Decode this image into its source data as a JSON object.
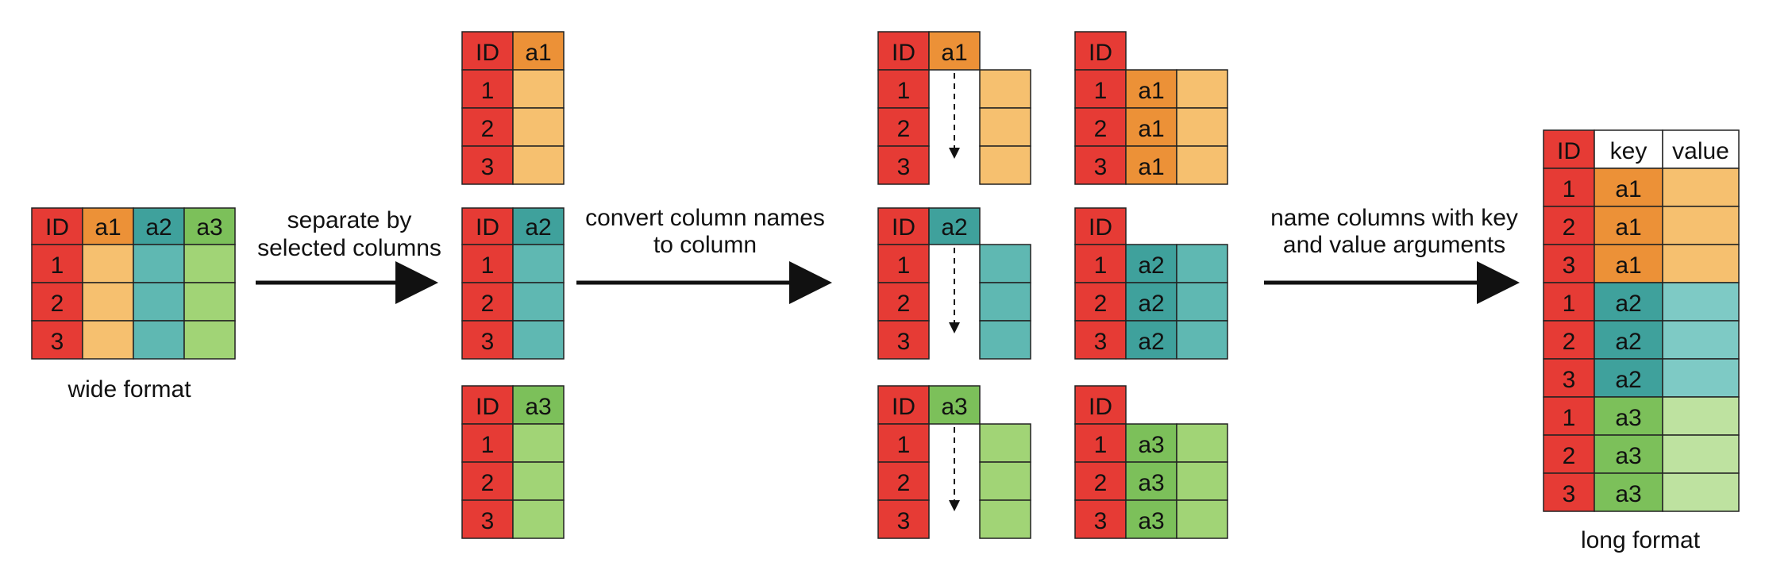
{
  "colors": {
    "id": "#e63b35",
    "a1_head": "#ec9137",
    "a1_fill": "#f6c06f",
    "a2_head": "#3fa19c",
    "a2_fill": "#5fb8b2",
    "a2_fill_light": "#7ecac5",
    "a3_head": "#7cc05a",
    "a3_fill": "#a1d476",
    "a3_fill_light": "#bee2a0",
    "white": "#ffffff",
    "border": "#222222"
  },
  "wide": {
    "headers": [
      "ID",
      "a1",
      "a2",
      "a3"
    ],
    "ids": [
      "1",
      "2",
      "3"
    ],
    "caption": "wide format"
  },
  "steps": {
    "separate": [
      "separate by",
      "selected columns"
    ],
    "convert": [
      "convert column names",
      "to column"
    ],
    "name": [
      "name columns with key",
      "and value arguments"
    ]
  },
  "separated": [
    {
      "id": "ID",
      "col": "a1",
      "ids": [
        "1",
        "2",
        "3"
      ]
    },
    {
      "id": "ID",
      "col": "a2",
      "ids": [
        "1",
        "2",
        "3"
      ]
    },
    {
      "id": "ID",
      "col": "a3",
      "ids": [
        "1",
        "2",
        "3"
      ]
    }
  ],
  "converting": [
    {
      "id": "ID",
      "col": "a1",
      "ids": [
        "1",
        "2",
        "3"
      ]
    },
    {
      "id": "ID",
      "col": "a2",
      "ids": [
        "1",
        "2",
        "3"
      ]
    },
    {
      "id": "ID",
      "col": "a3",
      "ids": [
        "1",
        "2",
        "3"
      ]
    }
  ],
  "converted": [
    {
      "id": "ID",
      "ids": [
        "1",
        "2",
        "3"
      ],
      "key": "a1"
    },
    {
      "id": "ID",
      "ids": [
        "1",
        "2",
        "3"
      ],
      "key": "a2"
    },
    {
      "id": "ID",
      "ids": [
        "1",
        "2",
        "3"
      ],
      "key": "a3"
    }
  ],
  "long": {
    "headers": [
      "ID",
      "key",
      "value"
    ],
    "rows": [
      [
        "1",
        "a1"
      ],
      [
        "2",
        "a1"
      ],
      [
        "3",
        "a1"
      ],
      [
        "1",
        "a2"
      ],
      [
        "2",
        "a2"
      ],
      [
        "3",
        "a2"
      ],
      [
        "1",
        "a3"
      ],
      [
        "2",
        "a3"
      ],
      [
        "3",
        "a3"
      ]
    ],
    "caption": "long format"
  }
}
